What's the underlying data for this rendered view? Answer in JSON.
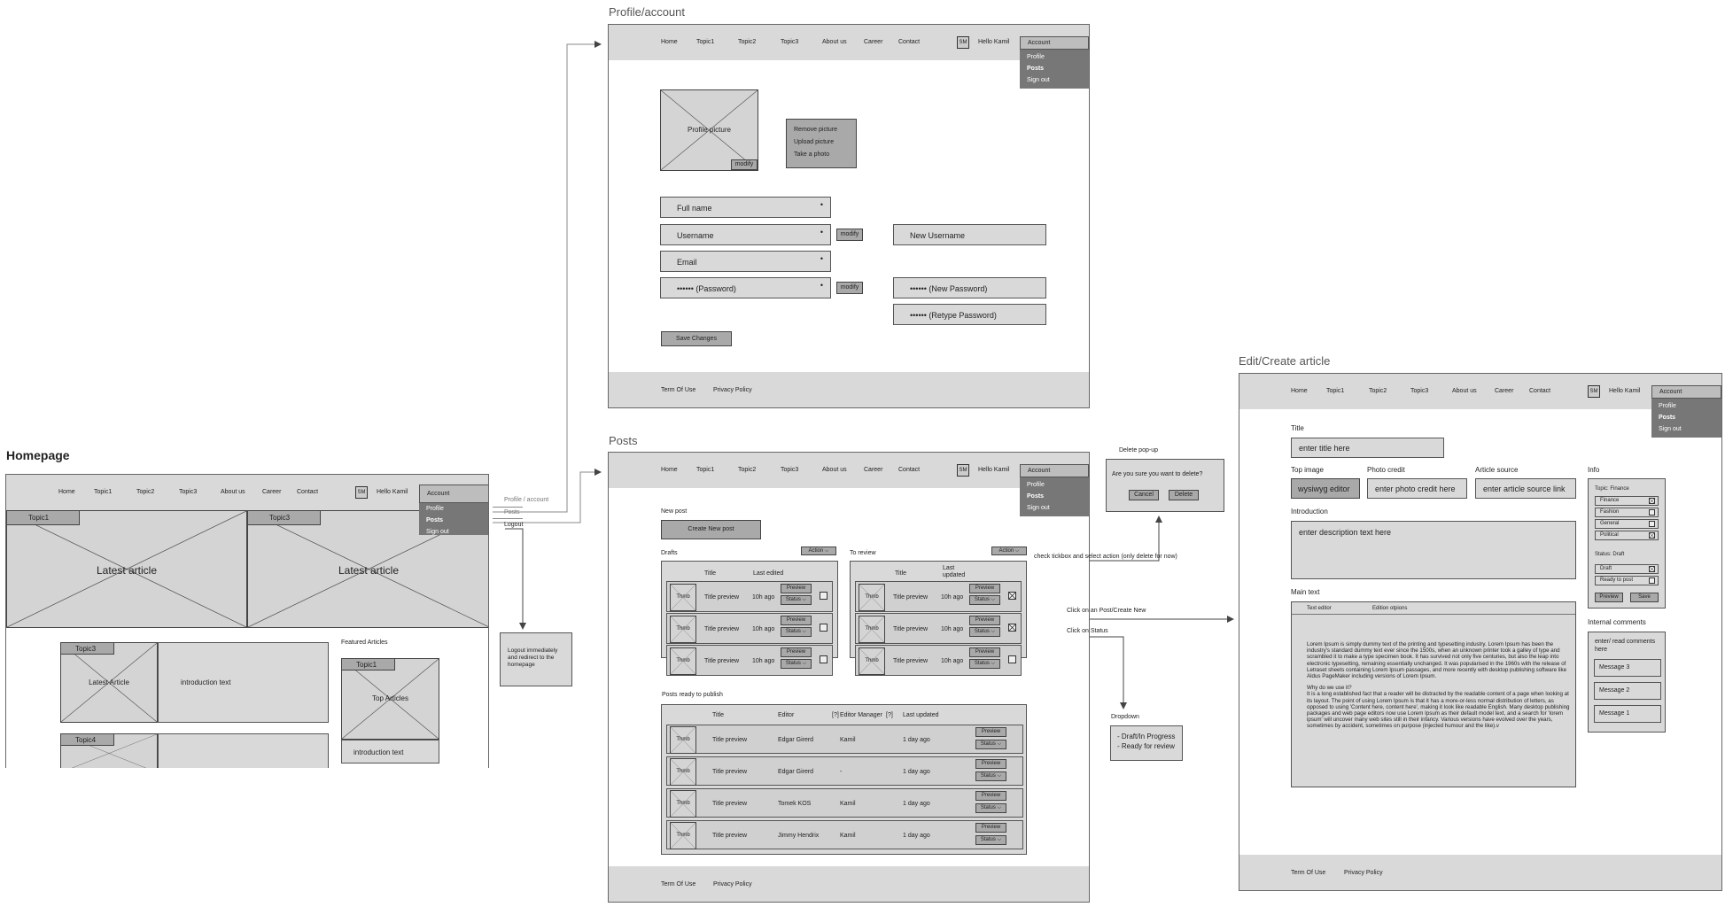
{
  "labels": {
    "profile": "Profile/account",
    "posts": "Posts",
    "edit": "Edit/Create article",
    "home": "Homepage",
    "deletePopup": "Delete pop-up",
    "dropdown": "Dropdown"
  },
  "nav": {
    "home": "Home",
    "t1": "Topic1",
    "t2": "Topic2",
    "t3": "Topic3",
    "about": "About us",
    "career": "Career",
    "contact": "Contact",
    "sm": "SM",
    "hello": "Hello Kamil",
    "account": "Account",
    "profile": "Profile",
    "posts": "Posts",
    "signout": "Sign out"
  },
  "footer": {
    "terms": "Term Of Use",
    "privacy": "Privacy Policy"
  },
  "profile": {
    "pic": "Profile picture",
    "modify": "modify",
    "menu": [
      "Remove picture",
      "Upload picture",
      "Take a photo"
    ],
    "fullname": "Full name",
    "username": "Username",
    "email": "Email",
    "password": "•••••• (Password)",
    "newUsername": "New Username",
    "newPassword": "•••••• (New Password)",
    "retype": "•••••• (Retype Password)",
    "save": "Save Changes",
    "star": "•"
  },
  "home": {
    "topic1": "Topic1",
    "topic3": "Topic3",
    "latest": "Latest article",
    "topic3b": "Topic3",
    "latestArticle": "Latest Article",
    "intro": "introduction text",
    "topic4": "Topic4",
    "featured": "Featured Articles",
    "ftopic": "Topic1",
    "top": "Top Articles",
    "fintro": "introduction text"
  },
  "homeMenu": {
    "profile": "Profile / account",
    "posts": "Posts",
    "logout": "Logout",
    "logoutNote": "Logout immediately and redirect to the homepage"
  },
  "posts": {
    "newPost": "New post",
    "create": "Create New post",
    "drafts": "Drafts",
    "action": "Action ⌵",
    "toReview": "To review",
    "title": "Title",
    "lastEdited": "Last edited",
    "lastUpdated2": "Last updated",
    "thumb": "Thmb",
    "preview": "Title preview",
    "ago": "10h ago",
    "previewBtn": "Preview",
    "status": "Status ⌵",
    "ready": "Posts ready to publish",
    "editor": "Editor",
    "editorManager": "Editor Manager",
    "lastUpdated": "Last updated",
    "day": "1 day ago",
    "checkNote": "check tickbox and select action (only delete for now)",
    "clickPost": "Click on an Post/Create New",
    "clickStatus": "Click on Status",
    "q": "[?]",
    "dash": "-",
    "rows": [
      {
        "editor": "Edgar Girerd",
        "mgr": "Kamil"
      },
      {
        "editor": "Edgar Girerd",
        "mgr": "-"
      },
      {
        "editor": "Tomek KOS",
        "mgr": "Kamil"
      },
      {
        "editor": "Jimmy Hendrix",
        "mgr": "Kamil"
      }
    ]
  },
  "popup": {
    "q": "Are you sure you want to delete?",
    "cancel": "Cancel",
    "delete": "Delete"
  },
  "dd": {
    "a": "- Draft/In Progress",
    "b": "- Ready for review"
  },
  "edit": {
    "title": "Title",
    "titlePh": "enter title here",
    "topImage": "Top image",
    "wysiwyg": "wysiwyg editor",
    "credit": "Photo credit",
    "creditPh": "enter photo credit here",
    "source": "Article source",
    "sourcePh": "enter article source link",
    "intro": "Introduction",
    "introPh": "enter description text here",
    "main": "Main text",
    "textEditor": "Text editor",
    "editionOptions": "Edition otpions",
    "body": "Lorem Ipsum is simply dummy text of the printing and typesetting industry. Lorem Ipsum has been the industry's standard dummy text ever since the 1500s, when an unknown printer took a galley of type and scrambled it to make a type specimen book. It has survived not only five centuries, but also the leap into electronic typesetting, remaining essentially unchanged. It was popularised in the 1960s with the release of Letraset sheets containing Lorem Ipsum passages, and more recently with desktop publishing software like Aldus PageMaker including versions of Lorem Ipsum.",
    "body2": "Why do we use it?",
    "body3": "It is a long established fact that a reader will be distracted by the readable content of a page when looking at its layout. The point of using Lorem Ipsum is that it has a more-or-less normal distribution of letters, as opposed to using 'Content here, content here', making it look like readable English. Many desktop publishing packages and web page editors now use Lorem Ipsum as their default model text, and a search for 'lorem ipsum' will uncover many web sites still in their infancy. Various versions have evolved over the years, sometimes by accident, sometimes on purpose (injected humour and the like).v",
    "info": "Info",
    "topicFinance": "Topic: Finance",
    "finance": "Finance",
    "fashion": "Fashion",
    "general": "General",
    "political": "Political",
    "statusDraft": "Status: Draft",
    "draft": "Draft",
    "readyToPost": "Ready to post",
    "preview": "Preview",
    "save": "Save",
    "comments": "Internal comments",
    "commentsPh": "enter/ read comments here",
    "m3": "Message 3",
    "m2": "Message 2",
    "m1": "Message 1"
  }
}
